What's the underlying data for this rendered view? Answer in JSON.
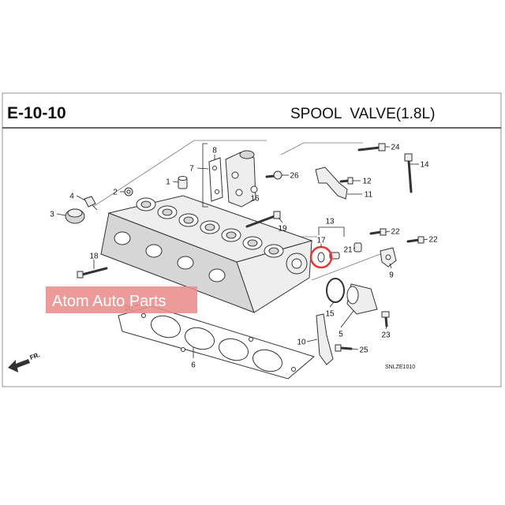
{
  "header": {
    "code": "E-10-10",
    "title": "SPOOL  VALVE(1.8L)"
  },
  "watermark": "Atom Auto Parts",
  "diagram_code": "SNLZE1010",
  "direction_label": "FR.",
  "callouts": {
    "c1": "1",
    "c2": "2",
    "c3": "3",
    "c4": "4",
    "c5": "5",
    "c6": "6",
    "c7": "7",
    "c8": "8",
    "c9": "9",
    "c10": "10",
    "c11": "11",
    "c12": "12",
    "c13": "13",
    "c14": "14",
    "c15": "15",
    "c16": "16",
    "c17": "17",
    "c18": "18",
    "c19": "19",
    "c20": "20",
    "c21": "21",
    "c22a": "22",
    "c22b": "22",
    "c23": "23",
    "c24": "24",
    "c25": "25",
    "c26": "26"
  },
  "colors": {
    "line": "#333333",
    "watermark_bg": "#e98c8c",
    "watermark_text": "#ffffff",
    "highlight": "#e53935"
  }
}
